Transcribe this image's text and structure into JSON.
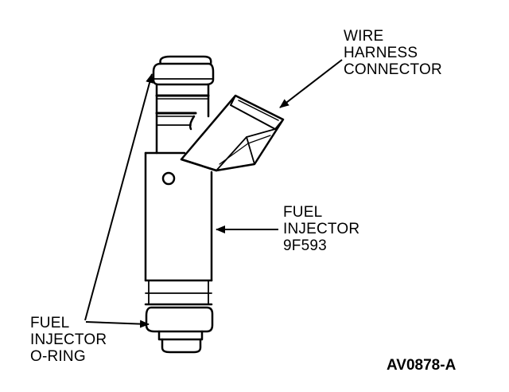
{
  "labels": {
    "wire_harness_connector": [
      "WIRE",
      "HARNESS",
      "CONNECTOR"
    ],
    "fuel_injector": [
      "FUEL",
      "INJECTOR",
      "9F593"
    ],
    "fuel_injector_o_ring": [
      "FUEL",
      "INJECTOR",
      "O-RING"
    ]
  },
  "figure_code": "AV0878-A"
}
